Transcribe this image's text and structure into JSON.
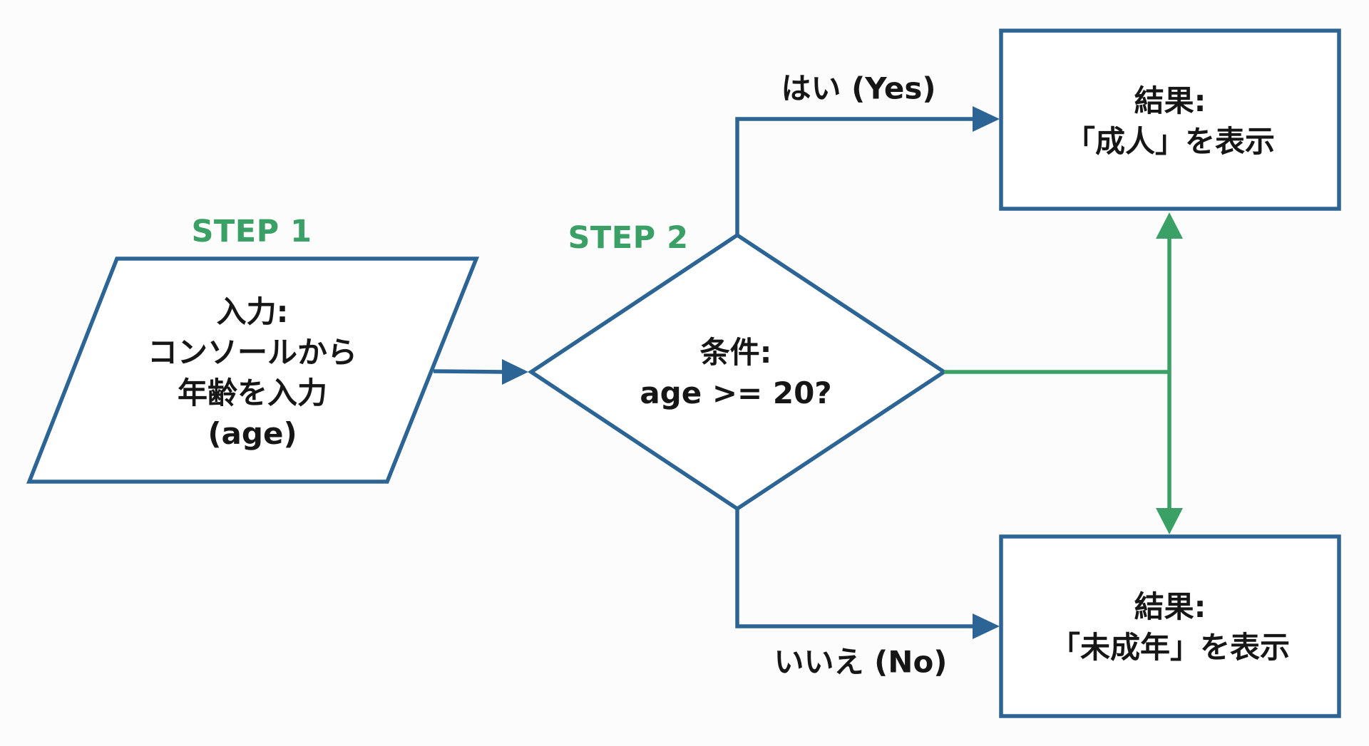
{
  "steps": {
    "step1": "STEP 1",
    "step2": "STEP 2"
  },
  "nodes": {
    "input": {
      "lines": [
        "入力:",
        "コンソールから",
        "年齢を入力",
        "(age)"
      ]
    },
    "condition": {
      "lines": [
        "条件:",
        "age >= 20?"
      ]
    },
    "result_adult": {
      "lines": [
        "結果:",
        "「成人」を表示"
      ]
    },
    "result_minor": {
      "lines": [
        "結果:",
        "「未成年」を表示"
      ]
    }
  },
  "edges": {
    "yes_label": "はい (Yes)",
    "no_label": "いいえ (No)"
  },
  "colors": {
    "shape_stroke": "#2c6595",
    "step_accent": "#3aa065",
    "text": "#161616"
  }
}
